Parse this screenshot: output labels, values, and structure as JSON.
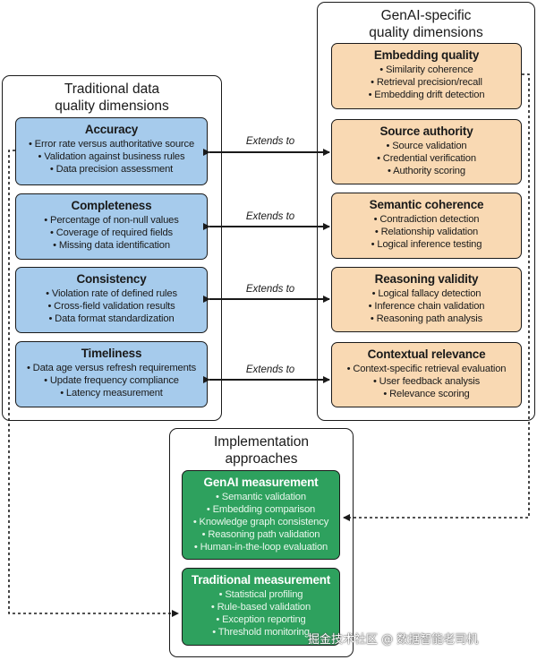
{
  "traditional": {
    "title": "Traditional data\nquality dimensions",
    "boxes": [
      {
        "title": "Accuracy",
        "items": [
          "• Error rate versus authoritative source",
          "• Validation against business rules",
          "• Data precision assessment"
        ]
      },
      {
        "title": "Completeness",
        "items": [
          "• Percentage of non-null values",
          "• Coverage of required fields",
          "• Missing data identification"
        ]
      },
      {
        "title": "Consistency",
        "items": [
          "• Violation rate of defined rules",
          "• Cross-field validation results",
          "• Data format standardization"
        ]
      },
      {
        "title": "Timeliness",
        "items": [
          "• Data age versus refresh requirements",
          "• Update frequency compliance",
          "• Latency measurement"
        ]
      }
    ]
  },
  "genai": {
    "title": "GenAI-specific\nquality dimensions",
    "boxes": [
      {
        "title": "Embedding quality",
        "items": [
          "• Similarity coherence",
          "• Retrieval precision/recall",
          "• Embedding drift detection"
        ]
      },
      {
        "title": "Source authority",
        "items": [
          "• Source validation",
          "• Credential verification",
          "• Authority scoring"
        ]
      },
      {
        "title": "Semantic coherence",
        "items": [
          "• Contradiction detection",
          "• Relationship validation",
          "• Logical inference testing"
        ]
      },
      {
        "title": "Reasoning validity",
        "items": [
          "• Logical fallacy detection",
          "• Inference chain validation",
          "• Reasoning path analysis"
        ]
      },
      {
        "title": "Contextual relevance",
        "items": [
          "• Context-specific retrieval evaluation",
          "• User feedback analysis",
          "• Relevance scoring"
        ]
      }
    ]
  },
  "implementation": {
    "title": "Implementation\napproaches",
    "boxes": [
      {
        "title": "GenAI measurement",
        "items": [
          "• Semantic validation",
          "• Embedding comparison",
          "• Knowledge graph consistency",
          "• Reasoning path validation",
          "• Human-in-the-loop evaluation"
        ]
      },
      {
        "title": "Traditional measurement",
        "items": [
          "• Statistical profiling",
          "• Rule-based validation",
          "• Exception reporting",
          "• Threshold monitoring"
        ]
      }
    ]
  },
  "connectors": [
    "Extends to",
    "Extends to",
    "Extends to",
    "Extends to"
  ],
  "watermark": "掘金技术社区 @ 数据智能老司机",
  "colors": {
    "traditional_box": "#a6cbec",
    "genai_box": "#f9d9b3",
    "implementation_box": "#2ea15e",
    "stroke": "#1a1a1a"
  }
}
